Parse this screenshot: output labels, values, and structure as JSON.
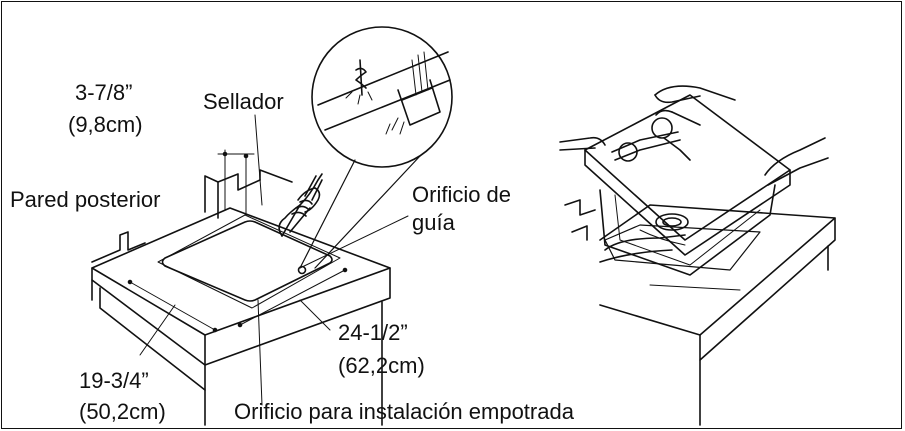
{
  "labels": {
    "dim_depth_in": "3-7/8”",
    "dim_depth_cm": "(9,8cm)",
    "sealant": "Sellador",
    "back_wall": "Pared posterior",
    "pilot_hole_1": "Orificio de",
    "pilot_hole_2": "guía",
    "dim_width_in": "24-1/2”",
    "dim_width_cm": "(62,2cm)",
    "dim_length_in": "19-3/4”",
    "dim_length_cm": "(50,2cm)",
    "cutout_hole": "Orificio para instalación empotrada"
  },
  "colors": {
    "line": "#111111",
    "background": "#ffffff"
  }
}
